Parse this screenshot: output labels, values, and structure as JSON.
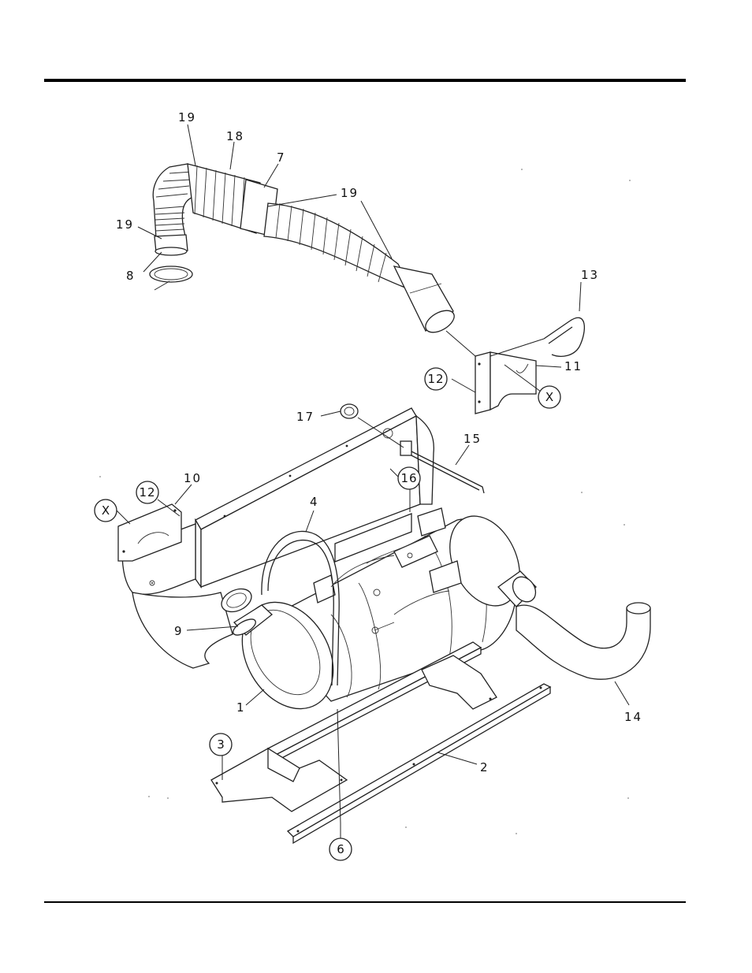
{
  "diagram": {
    "callouts": [
      {
        "id": "c1",
        "text": "1",
        "circled": false
      },
      {
        "id": "c2",
        "text": "2",
        "circled": false
      },
      {
        "id": "c3",
        "text": "3",
        "circled": true
      },
      {
        "id": "c4",
        "text": "4",
        "circled": false
      },
      {
        "id": "c6",
        "text": "6",
        "circled": true
      },
      {
        "id": "c7",
        "text": "7",
        "circled": false
      },
      {
        "id": "c8",
        "text": "8",
        "circled": false
      },
      {
        "id": "c9",
        "text": "9",
        "circled": false
      },
      {
        "id": "c10",
        "text": "10",
        "circled": false
      },
      {
        "id": "c11",
        "text": "11",
        "circled": false
      },
      {
        "id": "c12a",
        "text": "12",
        "circled": true
      },
      {
        "id": "c12b",
        "text": "12",
        "circled": true
      },
      {
        "id": "c13",
        "text": "13",
        "circled": false
      },
      {
        "id": "c14",
        "text": "14",
        "circled": false
      },
      {
        "id": "c15",
        "text": "15",
        "circled": false
      },
      {
        "id": "c16",
        "text": "16",
        "circled": true
      },
      {
        "id": "c17",
        "text": "17",
        "circled": false
      },
      {
        "id": "c18",
        "text": "18",
        "circled": false
      },
      {
        "id": "c19a",
        "text": "19",
        "circled": false
      },
      {
        "id": "c19b",
        "text": "19",
        "circled": false
      },
      {
        "id": "c19c",
        "text": "19",
        "circled": false
      },
      {
        "id": "cXa",
        "text": "X",
        "circled": true
      },
      {
        "id": "cXb",
        "text": "X",
        "circled": true
      }
    ]
  }
}
